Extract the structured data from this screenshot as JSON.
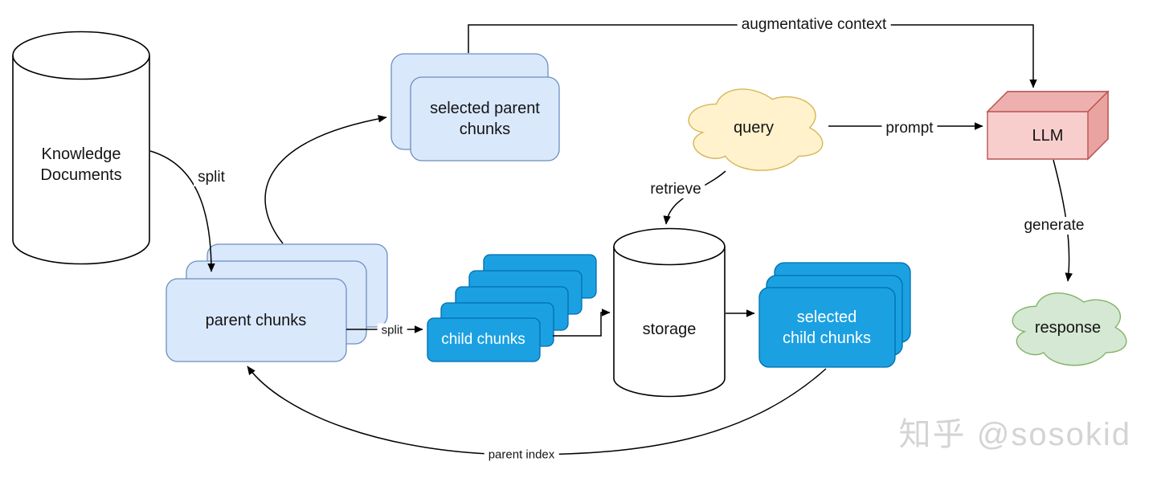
{
  "nodes": {
    "knowledge_documents": {
      "label": "Knowledge\nDocuments"
    },
    "selected_parent_chunks": {
      "label": "selected parent\nchunks"
    },
    "parent_chunks": {
      "label": "parent chunks"
    },
    "child_chunks": {
      "label": "child chunks"
    },
    "storage": {
      "label": "storage"
    },
    "query": {
      "label": "query"
    },
    "llm": {
      "label": "LLM"
    },
    "selected_child_chunks": {
      "label": "selected\nchild chunks"
    },
    "response": {
      "label": "response"
    }
  },
  "edge_labels": {
    "augmentative_context": "augmentative context",
    "split_documents": "split",
    "split_parent_to_child": "split",
    "retrieve": "retrieve",
    "prompt": "prompt",
    "generate": "generate",
    "parent_index": "parent index"
  },
  "colors": {
    "light_blue_fill": "#dae8fc",
    "light_blue_stroke": "#6c8ebf",
    "dark_blue_fill": "#1ba1e2",
    "dark_blue_stroke": "#006eaf",
    "yellow_fill": "#fff2cc",
    "yellow_stroke": "#d6b656",
    "green_fill": "#d5e8d4",
    "green_stroke": "#82b366",
    "pink_fill": "#f8cecc",
    "pink_stroke": "#b85450",
    "edge_line": "#000000"
  },
  "watermark": "知乎 @sosokid"
}
